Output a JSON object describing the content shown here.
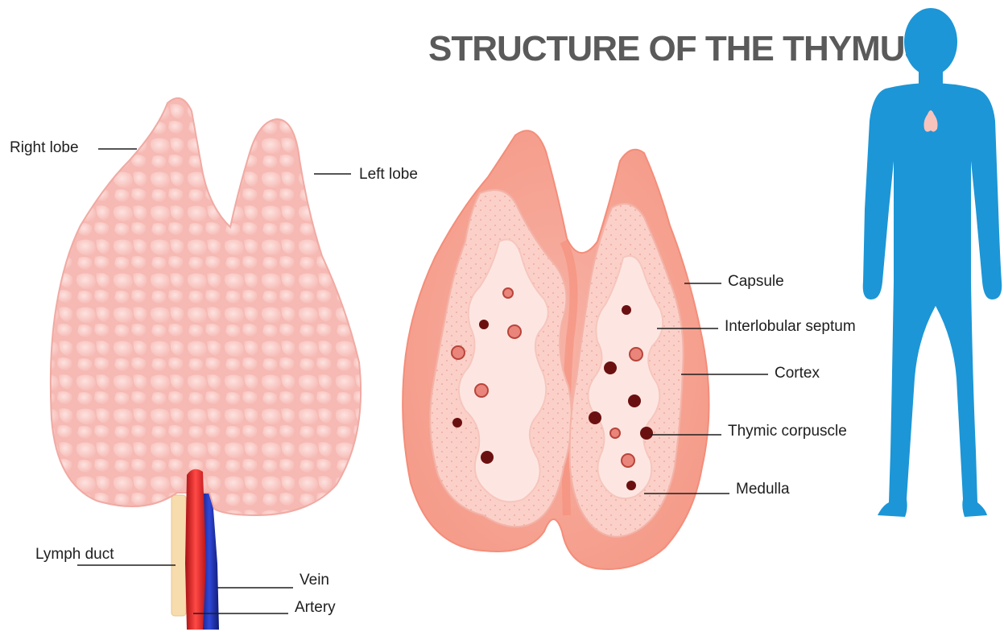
{
  "title": "STRUCTURE OF THE THYMUS",
  "colors": {
    "lobe_fill": "#f9c7c3",
    "cut_outer": "#f6a898",
    "cortex": "#fbd3cc",
    "medulla": "#fcdcd6",
    "body_silhouette": "#1c96d6",
    "artery": "#e0262a",
    "vein": "#1c2fa8",
    "lymph_duct": "#f7dcae",
    "corpuscle": "#6b1010"
  },
  "icons": {
    "body": "human-silhouette-icon",
    "thymus_marker": "thymus-location-icon"
  },
  "labels": {
    "right_lobe": "Right lobe",
    "left_lobe": "Left lobe",
    "lymph_duct": "Lymph duct",
    "vein": "Vein",
    "artery": "Artery",
    "capsule": "Capsule",
    "interlobular_septum": "Interlobular septum",
    "cortex": "Cortex",
    "thymic_corpuscle": "Thymic corpuscle",
    "medulla": "Medulla"
  }
}
